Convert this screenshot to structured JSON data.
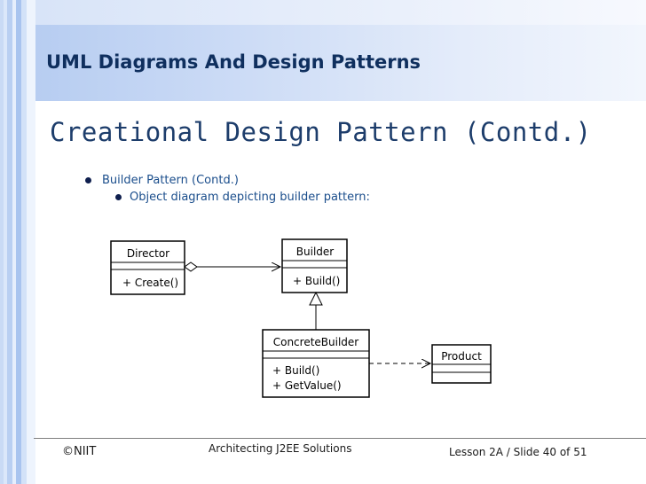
{
  "slide": {
    "title": "UML Diagrams And Design Patterns",
    "heading": "Creational Design Pattern (Contd.)",
    "bullets": [
      {
        "text": "Builder Pattern (Contd.)"
      },
      {
        "text": "Object diagram depicting builder pattern:"
      }
    ]
  },
  "diagram": {
    "classes": {
      "director": {
        "name": "Director",
        "ops": [
          "+ Create()"
        ]
      },
      "builder": {
        "name": "Builder",
        "ops": [
          "+ Build()"
        ]
      },
      "concrete_builder": {
        "name": "ConcreteBuilder",
        "ops": [
          "+ Build()",
          "+ GetValue()"
        ]
      },
      "product": {
        "name": "Product"
      }
    }
  },
  "footer": {
    "left": "©NIIT",
    "center": "Architecting J2EE Solutions",
    "right": "Lesson 2A / Slide 40 of 51"
  },
  "colors": {
    "title_text": "#0f2f5e",
    "bullet_text": "#1b4e8c",
    "title_band": "#cddcf6"
  }
}
